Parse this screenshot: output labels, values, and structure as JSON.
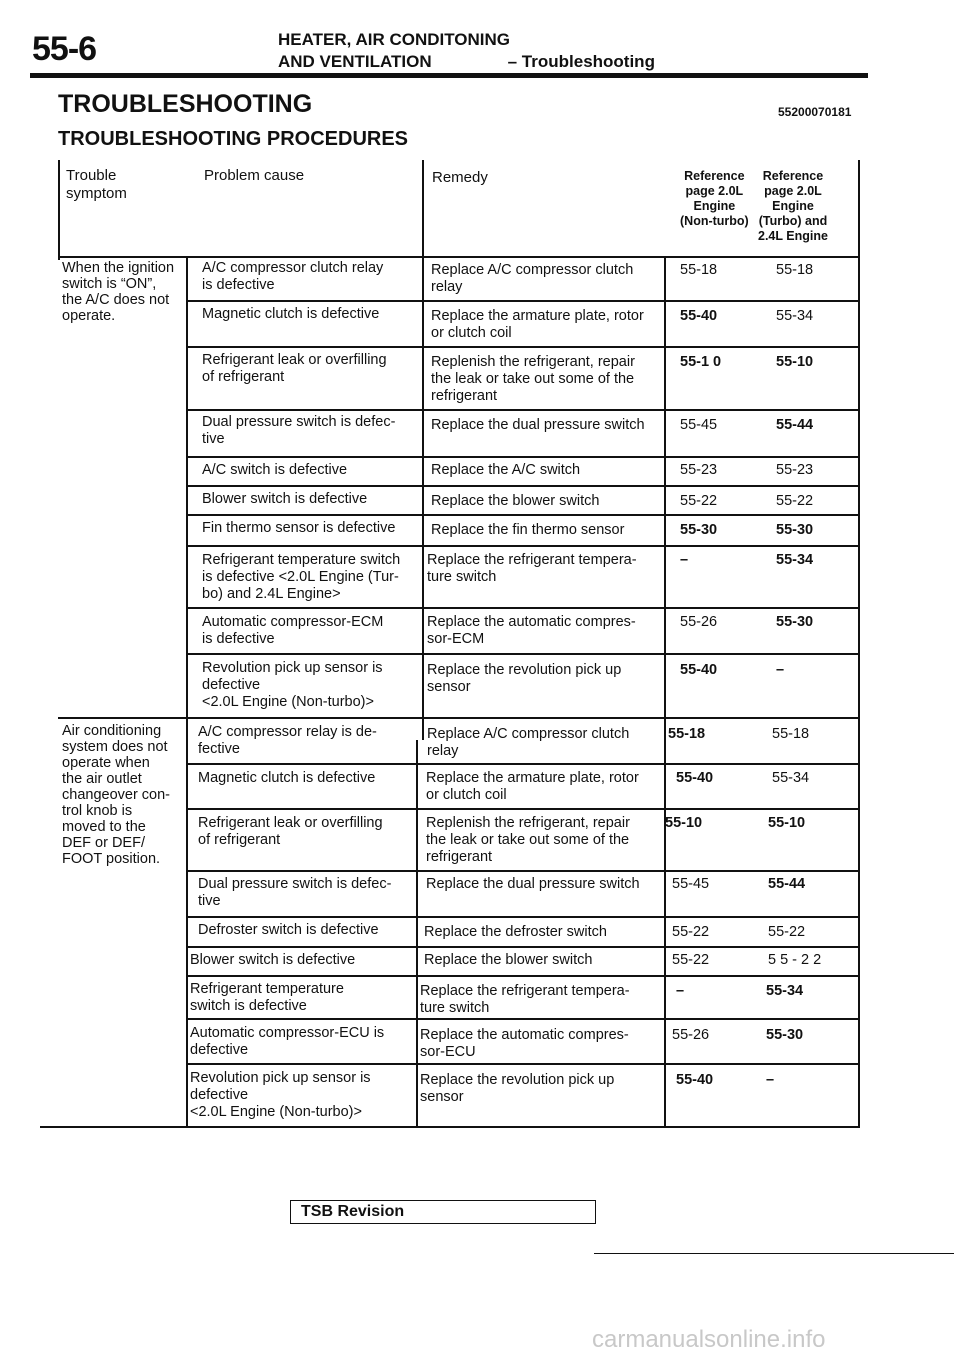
{
  "header": {
    "page_number": "55-6",
    "section_line1": "HEATER, AIR CONDITONING",
    "section_line2": "AND VENTILATION",
    "section_line2_right": "– Troubleshooting"
  },
  "title": "TROUBLESHOOTING",
  "doc_code": "55200070181",
  "subtitle": "TROUBLESHOOTING PROCEDURES",
  "table": {
    "columns": {
      "symptom": "Trouble\nsymptom",
      "cause": "Problem cause",
      "remedy": "Remedy",
      "ref_nonturbo": "Reference\npage 2.0L\nEngine\n(Non-turbo)",
      "ref_turbo": "Reference\npage 2.0L\nEngine\n(Turbo) and\n2.4L Engine"
    },
    "symptoms": [
      "When the ignition\nswitch is “ON”,\nthe A/C does not\noperate.",
      "Air conditioning\nsystem does not\noperate when\nthe air outlet\nchangeover con-\ntrol knob is\nmoved to the\nDEF or DEF/\nFOOT position."
    ],
    "rows": [
      {
        "cause": "A/C compressor clutch relay\nis defective",
        "remedy": "Replace A/C compressor clutch\nrelay",
        "ref1": "55-18",
        "ref2": "55-18"
      },
      {
        "cause": "Magnetic clutch is defective",
        "remedy": "Replace the armature plate, rotor\nor clutch coil",
        "ref1": "55-40",
        "ref2": "55-34"
      },
      {
        "cause": "Refrigerant leak or overfilling\nof refrigerant",
        "remedy": "Replenish the refrigerant, repair\nthe leak or take out some of the\nrefrigerant",
        "ref1": "55-1 0",
        "ref2": "55-10"
      },
      {
        "cause": "Dual pressure switch is defec-\ntive",
        "remedy": "Replace the dual pressure switch",
        "ref1": "55-45",
        "ref2": "55-44"
      },
      {
        "cause": "A/C switch is defective",
        "remedy": "Replace the A/C switch",
        "ref1": "55-23",
        "ref2": "55-23"
      },
      {
        "cause": "Blower switch is defective",
        "remedy": "Replace the blower switch",
        "ref1": "55-22",
        "ref2": "55-22"
      },
      {
        "cause": "Fin thermo sensor is defective",
        "remedy": "Replace the fin thermo sensor",
        "ref1": "55-30",
        "ref2": "55-30"
      },
      {
        "cause": "Refrigerant temperature switch\nis defective <2.0L Engine (Tur-\nbo) and 2.4L Engine>",
        "remedy": "Replace the refrigerant tempera-\nture switch",
        "ref1": "–",
        "ref2": "55-34"
      },
      {
        "cause": "Automatic compressor-ECM\nis defective",
        "remedy": "Replace the automatic compres-\nsor-ECM",
        "ref1": "55-26",
        "ref2": "55-30"
      },
      {
        "cause": "Revolution pick up sensor is\ndefective\n<2.0L Engine (Non-turbo)>",
        "remedy": "Replace the revolution pick up\nsensor",
        "ref1": "55-40",
        "ref2": "–"
      },
      {
        "cause": "A/C compressor relay is de-\nfective",
        "remedy": "Replace A/C compressor clutch\nrelay",
        "ref1": "55-18",
        "ref2": "55-18"
      },
      {
        "cause": "Magnetic clutch is defective",
        "remedy": "Replace the armature plate, rotor\nor clutch coil",
        "ref1": "55-40",
        "ref2": "55-34"
      },
      {
        "cause": "Refrigerant leak or overfilling\nof refrigerant",
        "remedy": "Replenish the refrigerant, repair\nthe leak or take out some of the\nrefrigerant",
        "ref1": "55-10",
        "ref2": "55-10"
      },
      {
        "cause": "Dual pressure switch is defec-\ntive",
        "remedy": "Replace the dual pressure switch",
        "ref1": "55-45",
        "ref2": "55-44"
      },
      {
        "cause": "Defroster switch is defective",
        "remedy": "Replace the defroster switch",
        "ref1": "55-22",
        "ref2": "55-22"
      },
      {
        "cause": "Blower switch is defective",
        "remedy": "Replace the blower switch",
        "ref1": "55-22",
        "ref2": "5 5 - 2 2"
      },
      {
        "cause": "Refrigerant temperature\nswitch is defective",
        "remedy": "Replace the refrigerant tempera-\nture switch",
        "ref1": "–",
        "ref2": "55-34"
      },
      {
        "cause": "Automatic compressor-ECU is\ndefective",
        "remedy": "Replace the automatic compres-\nsor-ECU",
        "ref1": "55-26",
        "ref2": "55-30"
      },
      {
        "cause": "Revolution pick up sensor is\ndefective\n<2.0L Engine (Non-turbo)>",
        "remedy": "Replace the revolution pick up\nsensor",
        "ref1": "55-40",
        "ref2": "–"
      }
    ]
  },
  "footer": {
    "tsb_label": "TSB Revision",
    "watermark": "carmanualsonline.info"
  }
}
